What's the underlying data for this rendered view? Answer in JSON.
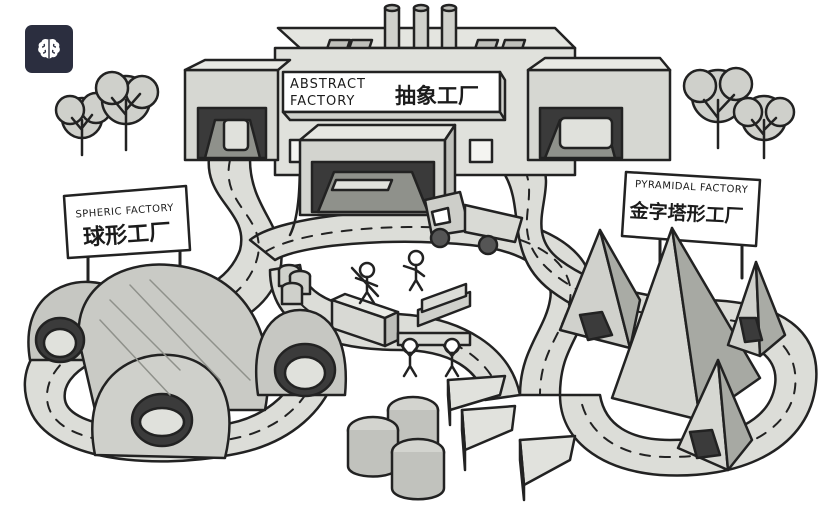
{
  "badge": {
    "icon": "brain-icon"
  },
  "factory": {
    "label_en_line1": "ABSTRACT",
    "label_en_line2": "FACTORY",
    "label_zh": "抽象工厂"
  },
  "spheric_sign": {
    "label_en": "SPHERIC FACTORY",
    "label_zh": "球形工厂"
  },
  "pyramid_sign": {
    "label_en": "PYRAMIDAL FACTORY",
    "label_zh": "金字塔形工厂"
  },
  "colors": {
    "ink": "#222222",
    "light_gray": "#d9dbd6",
    "mid_gray": "#b9bbb5",
    "dark_badge": "#2b2e3f"
  }
}
